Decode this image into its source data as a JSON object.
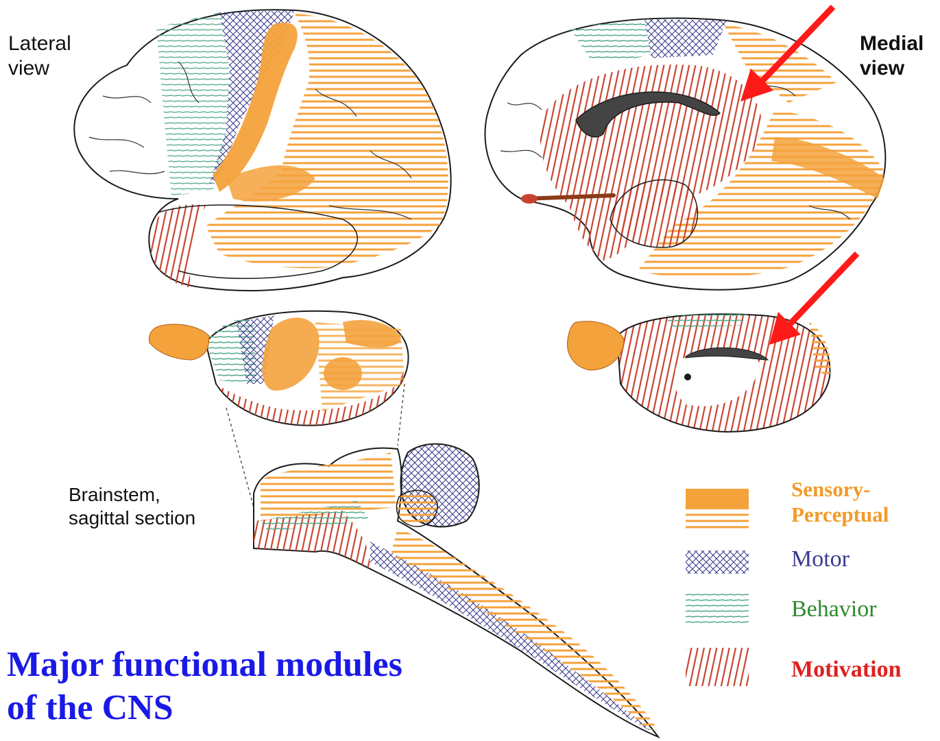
{
  "labels": {
    "lateral": "Lateral\nview",
    "medial": "Medial\nview",
    "brainstem": "Brainstem,\nsagittal section"
  },
  "title": "Major functional modules\nof the CNS",
  "legend": {
    "sensory": "Sensory-\nPerceptual",
    "motor": "Motor",
    "behavior": "Behavior",
    "motivation": "Motivation"
  },
  "colors": {
    "sensory": "#f4a23c",
    "motor": "#3b3b8f",
    "behavior": "#4fa88a",
    "motivation": "#c8432f",
    "title": "#1a1ae6",
    "arrow": "#ff1a1a",
    "outline": "#1a1a1a"
  }
}
